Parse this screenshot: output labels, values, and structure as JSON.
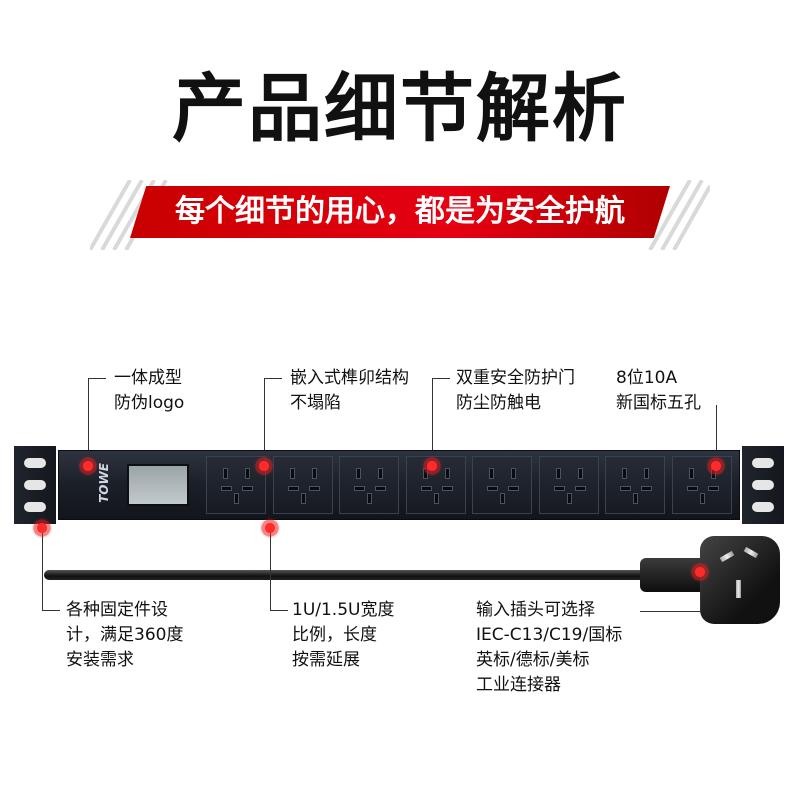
{
  "title": "产品细节解析",
  "subtitle": "每个细节的用心，都是为安全护航",
  "logo_text": "TOWE",
  "callouts_top": [
    {
      "line1": "一体成型",
      "line2": "防伪logo"
    },
    {
      "line1": "嵌入式榫卯结构",
      "line2": "不塌陷"
    },
    {
      "line1": "双重安全防护门",
      "line2": "防尘防触电"
    },
    {
      "line1": "8位10A",
      "line2": "新国标五孔"
    }
  ],
  "callouts_bottom": [
    {
      "lines": [
        "各种固定件设",
        "计，满足360度",
        "安装需求"
      ]
    },
    {
      "lines": [
        "1U/1.5U宽度",
        "比例，长度",
        "按需延展"
      ]
    },
    {
      "lines": [
        "输入插头可选择",
        "IEC-C13/C19/国标",
        "英标/德标/美标",
        "工业连接器"
      ]
    }
  ],
  "colors": {
    "accent": "#e60012",
    "body": "#1b1f27",
    "text": "#111111"
  },
  "socket_count": 8
}
